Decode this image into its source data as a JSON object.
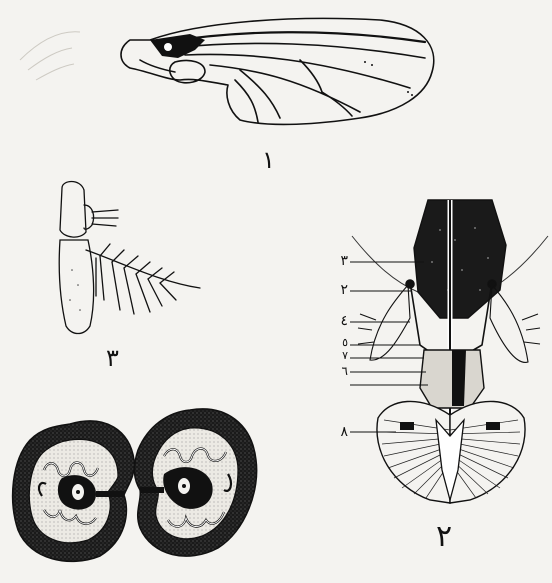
{
  "figure_labels": {
    "wing": "١",
    "antenna": "٣",
    "mouthparts": "٢"
  },
  "part_labels": [
    "٣",
    "٢",
    "٤",
    "٥",
    "٧",
    "٦",
    "٨"
  ],
  "colors": {
    "ink": "#111111",
    "paper": "#f4f3f0",
    "stipple": "#2a2a2a"
  }
}
